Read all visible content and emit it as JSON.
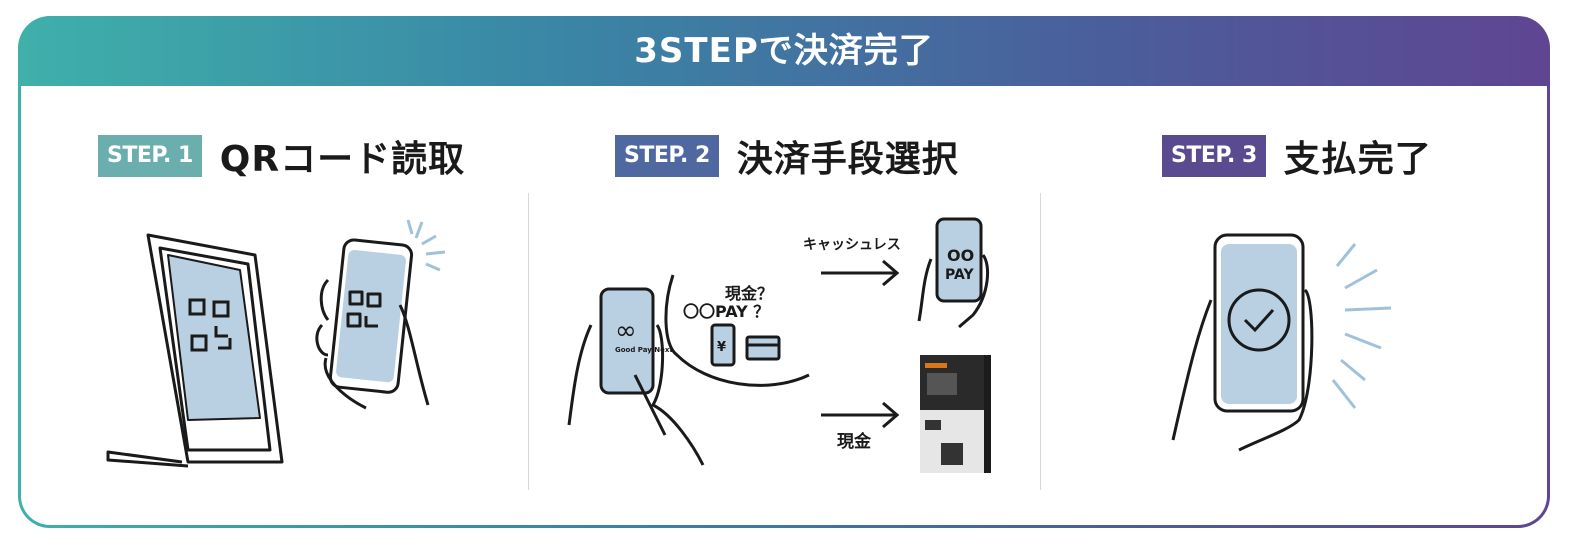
{
  "title": "3STEPで決済完了",
  "steps": [
    {
      "badge": "STEP. 1",
      "heading": "QRコード読取"
    },
    {
      "badge": "STEP. 2",
      "heading": "決済手段選択",
      "question_line1": "現金？",
      "question_line2": "〇〇PAY ？",
      "app_name": "Good Pay Next",
      "yen": "¥",
      "cashless_label": "キャッシュレス",
      "pay_logo_top": "OO",
      "pay_logo_bottom": "PAY",
      "cash_label": "現金"
    },
    {
      "badge": "STEP. 3",
      "heading": "支払完了"
    }
  ],
  "colors": {
    "gradient_start": "#3fb0aa",
    "gradient_end": "#5f4592",
    "badge1": "#6aafad",
    "badge2": "#4f68a0",
    "badge3": "#5a4a90",
    "screen": "#b9d0e3"
  }
}
